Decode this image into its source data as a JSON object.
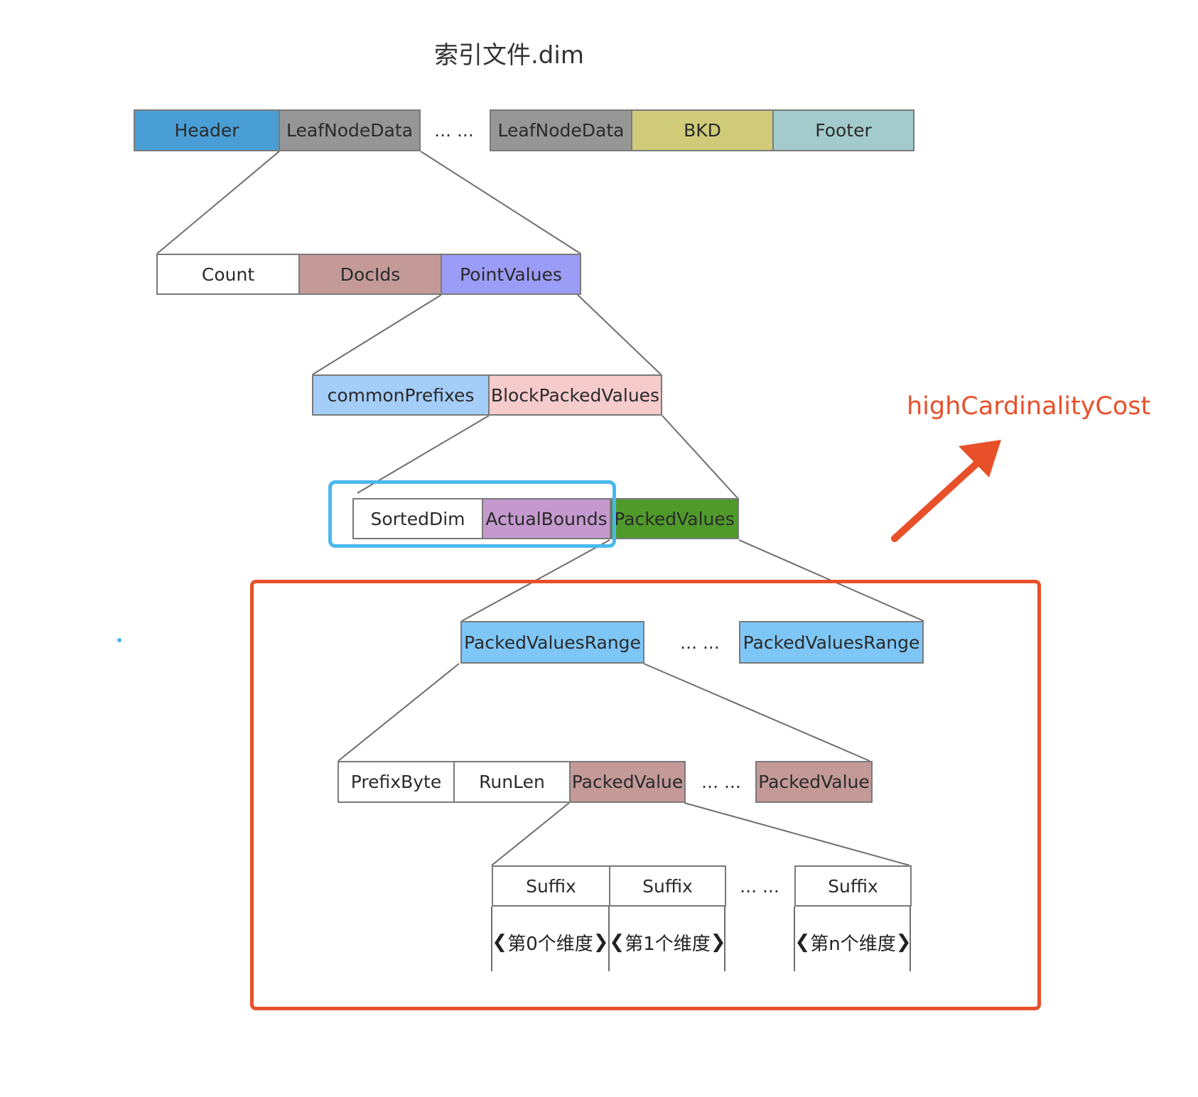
{
  "title": "索引文件.dim",
  "annotation": "highCardinalityCost",
  "ellipsis": "... ...",
  "row1": [
    "Header",
    "LeafNodeData",
    "LeafNodeData",
    "BKD",
    "Footer"
  ],
  "row2": [
    "Count",
    "DocIds",
    "PointValues"
  ],
  "row3": [
    "commonPrefixes",
    "BlockPackedValues"
  ],
  "row4": [
    "SortedDim",
    "ActualBounds",
    "PackedValues"
  ],
  "row5": [
    "PackedValuesRange",
    "PackedValuesRange"
  ],
  "row6": [
    "PrefixByte",
    "RunLen",
    "PackedValue",
    "PackedValue"
  ],
  "row7": [
    "Suffix",
    "Suffix",
    "Suffix"
  ],
  "dims": [
    "第0个维度",
    "第1个维度",
    "第n个维度"
  ],
  "colors": {
    "header": "#4a9ed6",
    "leaf_node_data": "#969696",
    "bkd": "#cfcb78",
    "footer": "#a3cbcb",
    "doc_ids": "#c39a98",
    "point_values": "#9b9cf6",
    "common_prefixes": "#a4cdf8",
    "block_packed_values": "#f6cbcb",
    "actual_bounds": "#c49ace",
    "packed_values": "#4f9a2a",
    "packed_values_range": "#7ec6f6",
    "packed_value": "#c39a98",
    "highlight_blue": "#4ab8ee",
    "highlight_red": "#e8502a"
  }
}
